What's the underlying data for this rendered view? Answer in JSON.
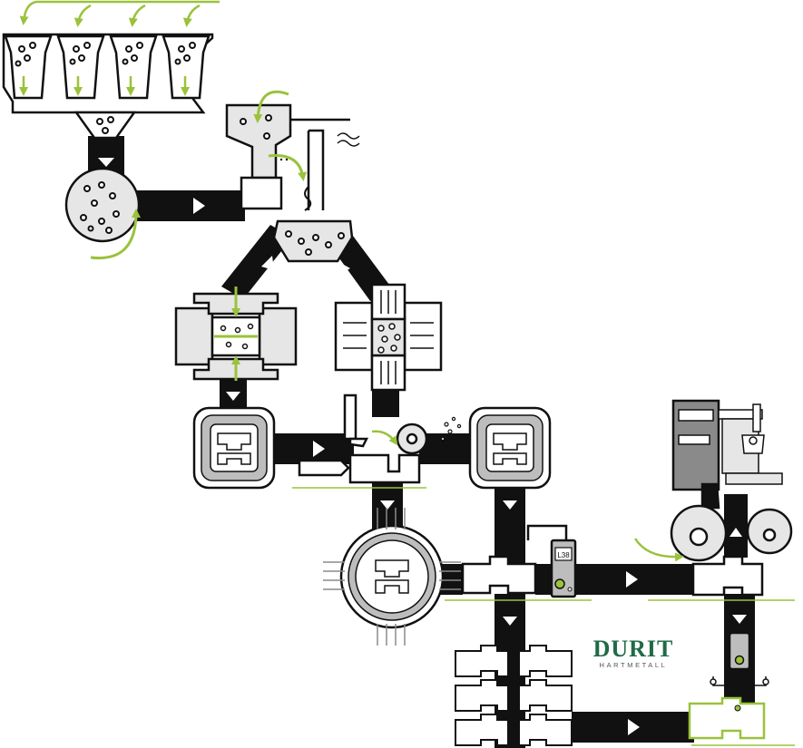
{
  "brand": {
    "name": "DURIT",
    "tagline": "HARTMETALL"
  },
  "gauge": {
    "reading": "L38"
  },
  "colors": {
    "accent": "#9ac23c",
    "conveyor": "#111111",
    "machine_fill": "#e6e6e6",
    "outline": "#111111",
    "logo": "#1f6b46"
  }
}
